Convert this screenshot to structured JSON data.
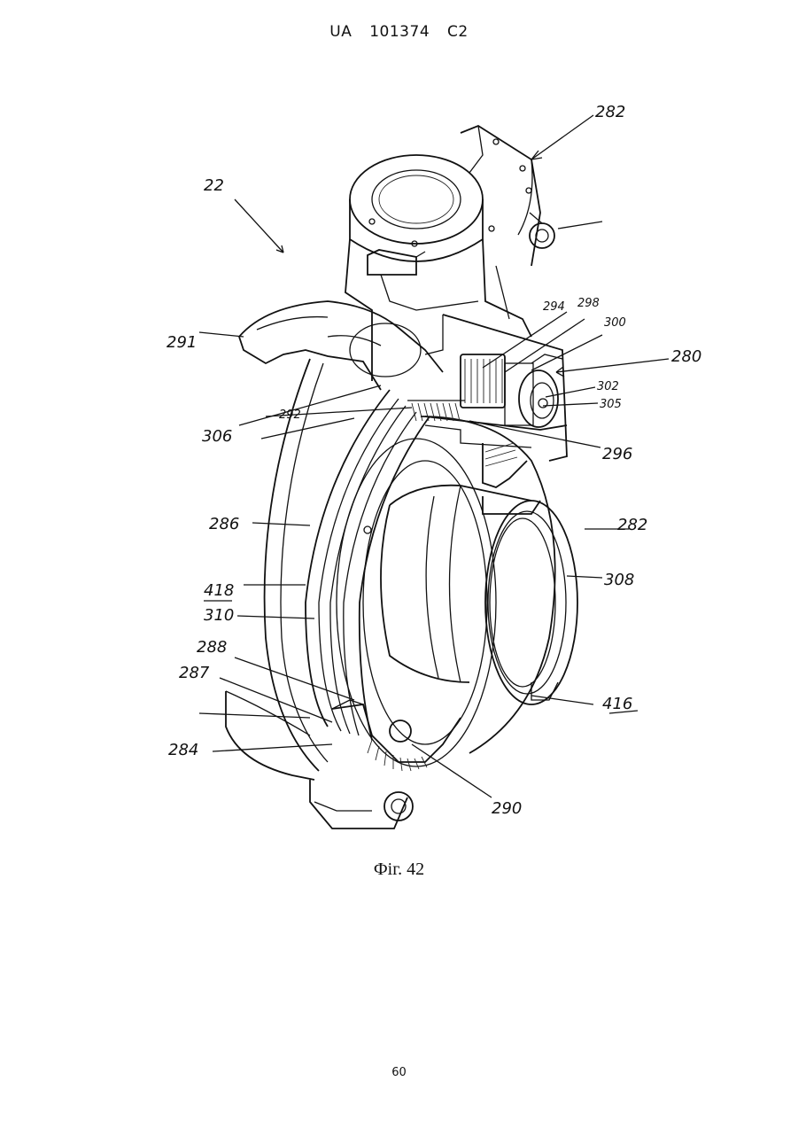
{
  "header": {
    "country": "UA",
    "number": "101374",
    "kind": "C2"
  },
  "figure": {
    "caption": "Фіг. 42",
    "reference_numerals": [
      "282",
      "22",
      "291",
      "294",
      "298",
      "300",
      "280",
      "302",
      "305",
      "306",
      "292",
      "296",
      "286",
      "282",
      "308",
      "418",
      "310",
      "288",
      "287",
      "284",
      "290",
      "416"
    ]
  },
  "page_number": "60"
}
